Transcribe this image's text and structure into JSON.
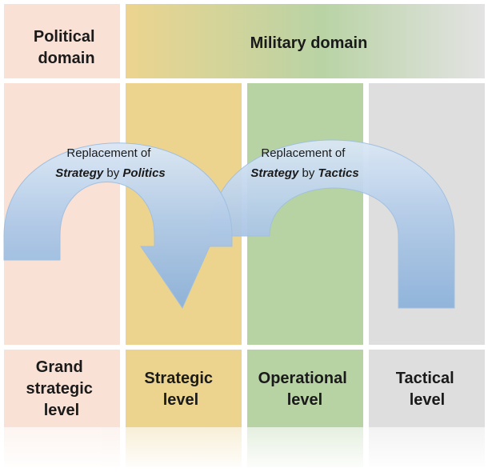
{
  "header": {
    "political": [
      "Political",
      "domain"
    ],
    "military": "Military domain"
  },
  "arrows": [
    {
      "line1": "Replacement of",
      "line2_emph1": "Strategy",
      "line2_mid": " by ",
      "line2_emph2": "Politics"
    },
    {
      "line1": "Replacement of",
      "line2_emph1": "Strategy",
      "line2_mid": " by ",
      "line2_emph2": "Tactics"
    }
  ],
  "levels": [
    {
      "lines": [
        "Grand",
        "strategic",
        "level"
      ]
    },
    {
      "lines": [
        "Strategic",
        "level"
      ]
    },
    {
      "lines": [
        "Operational",
        "level"
      ]
    },
    {
      "lines": [
        "Tactical",
        "level"
      ]
    }
  ],
  "colors": {
    "political_bg": "#f9e1d6",
    "strategic_bg": "#ecd48f",
    "operational_bg": "#b7d3a4",
    "tactical_bg": "#dedede",
    "arrow_light": "#d4e4f4",
    "arrow_dark": "#8eb3da"
  }
}
